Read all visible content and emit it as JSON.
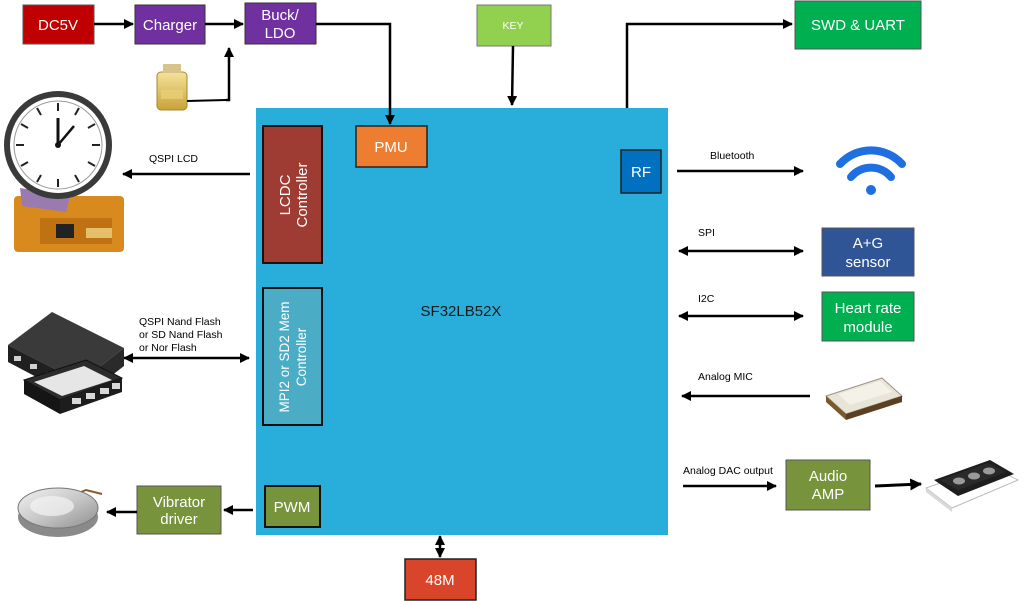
{
  "chip": {
    "name": "SF32LB52X"
  },
  "power": {
    "dc": "DC5V",
    "charger": "Charger",
    "buck_line1": "Buck/",
    "buck_line2": "LDO",
    "pmu": "PMU"
  },
  "key": "KEY",
  "debug": "SWD & UART",
  "rf": {
    "label": "RF",
    "bluetooth": "Bluetooth"
  },
  "lcdc": {
    "line1": "LCDC",
    "line2": "Controller",
    "bus": "QSPI LCD"
  },
  "mem": {
    "line1": "MPI2 or SD2 Mem",
    "line2": "Controller",
    "bus_line1": "QSPI Nand Flash",
    "bus_line2": "or SD Nand Flash",
    "bus_line3": "or Nor Flash"
  },
  "pwm": {
    "label": "PWM",
    "driver_line1": "Vibrator",
    "driver_line2": "driver"
  },
  "clock": "48M",
  "sensor": {
    "bus": "SPI",
    "line1": "A+G",
    "line2": "sensor"
  },
  "heart": {
    "bus": "I2C",
    "line1": "Heart rate",
    "line2": "module"
  },
  "mic": {
    "bus": "Analog MIC"
  },
  "audio": {
    "bus": "Analog DAC output",
    "line1": "Audio",
    "line2": "AMP"
  },
  "colors": {
    "chip": "#29aedb",
    "dc": "#c00000",
    "purple": "#7030a0",
    "key": "#92d050",
    "green": "#00b050",
    "orange": "#ed7d31",
    "rf": "#0070c0",
    "lcdc": "#9e3b32",
    "mem": "#4bacc6",
    "olive": "#77933c",
    "clock": "#d9452b",
    "sensor": "#2f5597"
  }
}
